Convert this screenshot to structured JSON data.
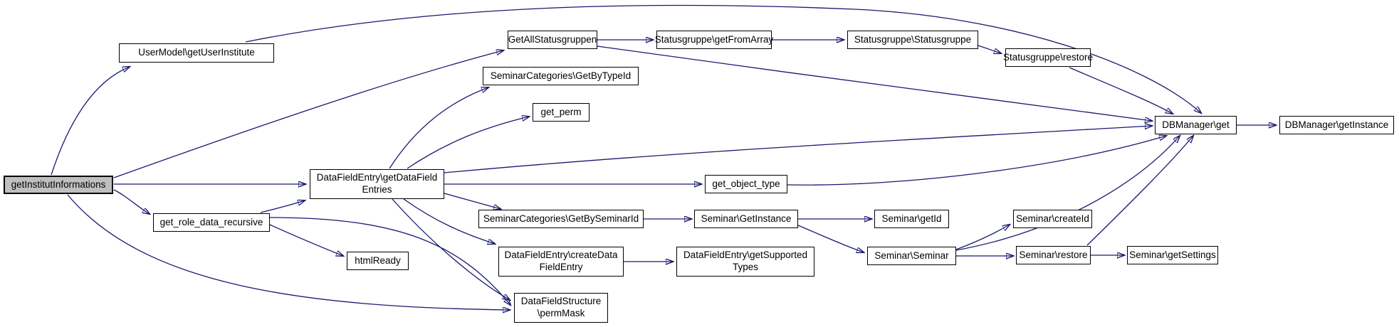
{
  "diagram": {
    "type": "call-graph",
    "colors": {
      "background": "#ffffff",
      "edge": "#191970",
      "node_border": "#000000",
      "node_fill": "#ffffff",
      "highlight_fill": "#bfbfbf",
      "text": "#000000"
    },
    "nodes": {
      "getInstitutInformations": {
        "label": "getInstitutInformations",
        "highlighted": true
      },
      "getUserInstitute": {
        "label": "UserModel\\getUserInstitute"
      },
      "GetAllStatusgruppen": {
        "label": "GetAllStatusgruppen"
      },
      "getFromArray": {
        "label": "Statusgruppe\\getFromArray"
      },
      "StatusgruppeCtor": {
        "label": "Statusgruppe\\Statusgruppe"
      },
      "StatusgruppeRestore": {
        "label": "Statusgruppe\\restore"
      },
      "DBManagerGet": {
        "label": "DBManager\\get"
      },
      "DBManagerGetInstance": {
        "label": "DBManager\\getInstance"
      },
      "GetByTypeId": {
        "label": "SeminarCategories\\GetByTypeId"
      },
      "get_perm": {
        "label": "get_perm"
      },
      "getDataFieldEntries": {
        "label": "DataFieldEntry\\getDataField\nEntries"
      },
      "get_object_type": {
        "label": "get_object_type"
      },
      "GetBySeminarId": {
        "label": "SeminarCategories\\GetBySeminarId"
      },
      "SeminarGetInstance": {
        "label": "Seminar\\GetInstance"
      },
      "SeminarGetId": {
        "label": "Seminar\\getId"
      },
      "SeminarCreateId": {
        "label": "Seminar\\createId"
      },
      "SeminarCtor": {
        "label": "Seminar\\Seminar"
      },
      "SeminarRestore": {
        "label": "Seminar\\restore"
      },
      "SeminarGetSettings": {
        "label": "Seminar\\getSettings"
      },
      "createDataFieldEntry": {
        "label": "DataFieldEntry\\createData\nFieldEntry"
      },
      "getSupportedTypes": {
        "label": "DataFieldEntry\\getSupported\nTypes"
      },
      "permMask": {
        "label": "DataFieldStructure\n\\permMask"
      },
      "get_role_data_recursive": {
        "label": "get_role_data_recursive"
      },
      "htmlReady": {
        "label": "htmlReady"
      }
    },
    "edges": [
      {
        "from": "getInstitutInformations",
        "to": "getUserInstitute"
      },
      {
        "from": "getInstitutInformations",
        "to": "GetAllStatusgruppen"
      },
      {
        "from": "getInstitutInformations",
        "to": "getDataFieldEntries"
      },
      {
        "from": "getInstitutInformations",
        "to": "get_role_data_recursive"
      },
      {
        "from": "getInstitutInformations",
        "to": "permMask"
      },
      {
        "from": "getUserInstitute",
        "to": "DBManagerGet"
      },
      {
        "from": "GetAllStatusgruppen",
        "to": "getFromArray"
      },
      {
        "from": "GetAllStatusgruppen",
        "to": "DBManagerGet"
      },
      {
        "from": "getFromArray",
        "to": "StatusgruppeCtor"
      },
      {
        "from": "StatusgruppeCtor",
        "to": "StatusgruppeRestore"
      },
      {
        "from": "StatusgruppeRestore",
        "to": "DBManagerGet"
      },
      {
        "from": "DBManagerGet",
        "to": "DBManagerGetInstance"
      },
      {
        "from": "getDataFieldEntries",
        "to": "GetByTypeId"
      },
      {
        "from": "getDataFieldEntries",
        "to": "get_perm"
      },
      {
        "from": "getDataFieldEntries",
        "to": "DBManagerGet"
      },
      {
        "from": "getDataFieldEntries",
        "to": "get_object_type"
      },
      {
        "from": "getDataFieldEntries",
        "to": "GetBySeminarId"
      },
      {
        "from": "getDataFieldEntries",
        "to": "createDataFieldEntry"
      },
      {
        "from": "getDataFieldEntries",
        "to": "permMask"
      },
      {
        "from": "get_role_data_recursive",
        "to": "getDataFieldEntries"
      },
      {
        "from": "get_role_data_recursive",
        "to": "htmlReady"
      },
      {
        "from": "get_role_data_recursive",
        "to": "permMask"
      },
      {
        "from": "get_object_type",
        "to": "DBManagerGet"
      },
      {
        "from": "GetBySeminarId",
        "to": "SeminarGetInstance"
      },
      {
        "from": "SeminarGetInstance",
        "to": "SeminarGetId"
      },
      {
        "from": "SeminarGetInstance",
        "to": "SeminarCtor"
      },
      {
        "from": "SeminarCtor",
        "to": "SeminarCreateId"
      },
      {
        "from": "SeminarCtor",
        "to": "SeminarRestore"
      },
      {
        "from": "SeminarCtor",
        "to": "DBManagerGet"
      },
      {
        "from": "SeminarRestore",
        "to": "SeminarGetSettings"
      },
      {
        "from": "SeminarRestore",
        "to": "DBManagerGet"
      },
      {
        "from": "createDataFieldEntry",
        "to": "getSupportedTypes"
      }
    ]
  }
}
